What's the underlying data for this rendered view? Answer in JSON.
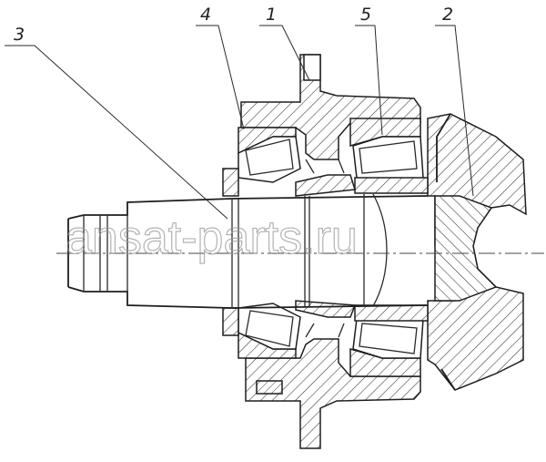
{
  "callouts": [
    {
      "id": "label-1",
      "text": "1"
    },
    {
      "id": "label-2",
      "text": "2"
    },
    {
      "id": "label-3",
      "text": "3"
    },
    {
      "id": "label-4",
      "text": "4"
    },
    {
      "id": "label-5",
      "text": "5"
    }
  ],
  "watermark": "ansat-parts.ru"
}
